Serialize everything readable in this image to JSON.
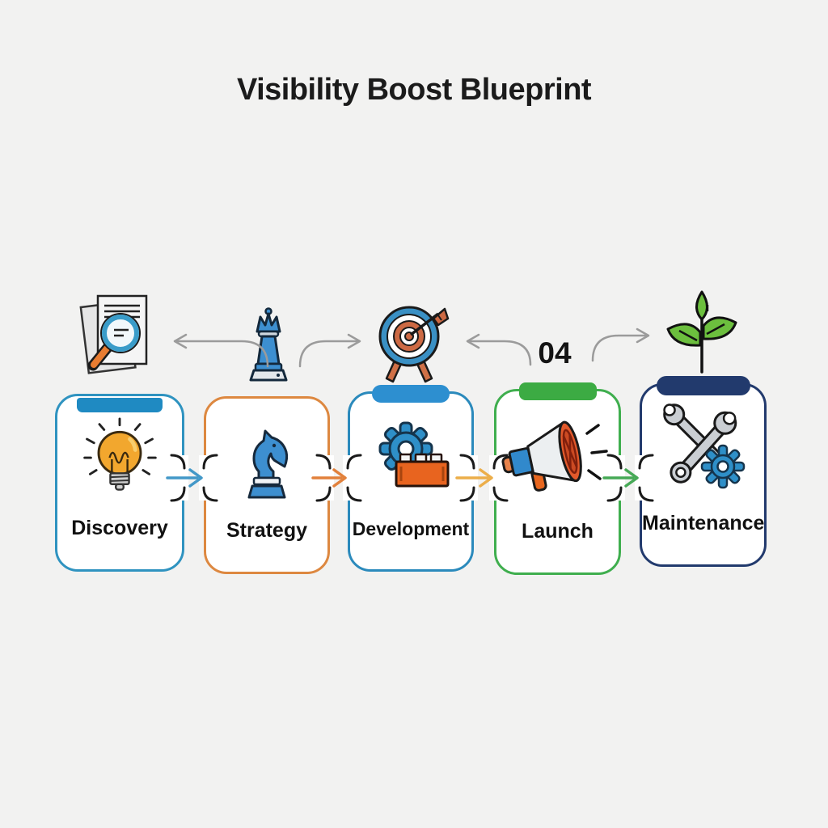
{
  "title": "Visibility Boost Blueprint",
  "top_row": {
    "step_number": "04",
    "icons": [
      {
        "name": "document-search-icon",
        "position": "above-discovery"
      },
      {
        "name": "chess-queen-icon",
        "position": "above-strategy"
      },
      {
        "name": "target-arrow-icon",
        "position": "above-development"
      },
      {
        "name": "step-number-04",
        "position": "above-launch"
      },
      {
        "name": "seedling-icon",
        "position": "above-maintenance"
      }
    ],
    "connector_color": "#9b9b9b"
  },
  "stages": [
    {
      "label": "Discovery",
      "icon": "lightbulb-icon",
      "accent_color": "#2f93c0",
      "tab_color": "#1f8ac2",
      "has_tab": true
    },
    {
      "label": "Strategy",
      "icon": "chess-knight-icon",
      "accent_color": "#dd8840",
      "tab_color": null,
      "has_tab": false
    },
    {
      "label": "Development",
      "icon": "gear-brick-icon",
      "accent_color": "#2b8abc",
      "tab_color": "#2d8fd0",
      "has_tab": true
    },
    {
      "label": "Launch",
      "icon": "megaphone-icon",
      "accent_color": "#3fae4e",
      "tab_color": "#3cab43",
      "has_tab": true
    },
    {
      "label": "Maintenance",
      "icon": "wrench-gear-icon",
      "accent_color": "#223a6d",
      "tab_color": "#223a6d",
      "has_tab": true
    }
  ],
  "flow_arrows": {
    "between_cards": [
      "#4398c8",
      "#e2813c",
      "#ecae4a",
      "#46a956"
    ]
  },
  "colors": {
    "background": "#f2f2f1",
    "card_background": "#ffffff",
    "title_text": "#1b1b1b",
    "label_text": "#111111"
  }
}
